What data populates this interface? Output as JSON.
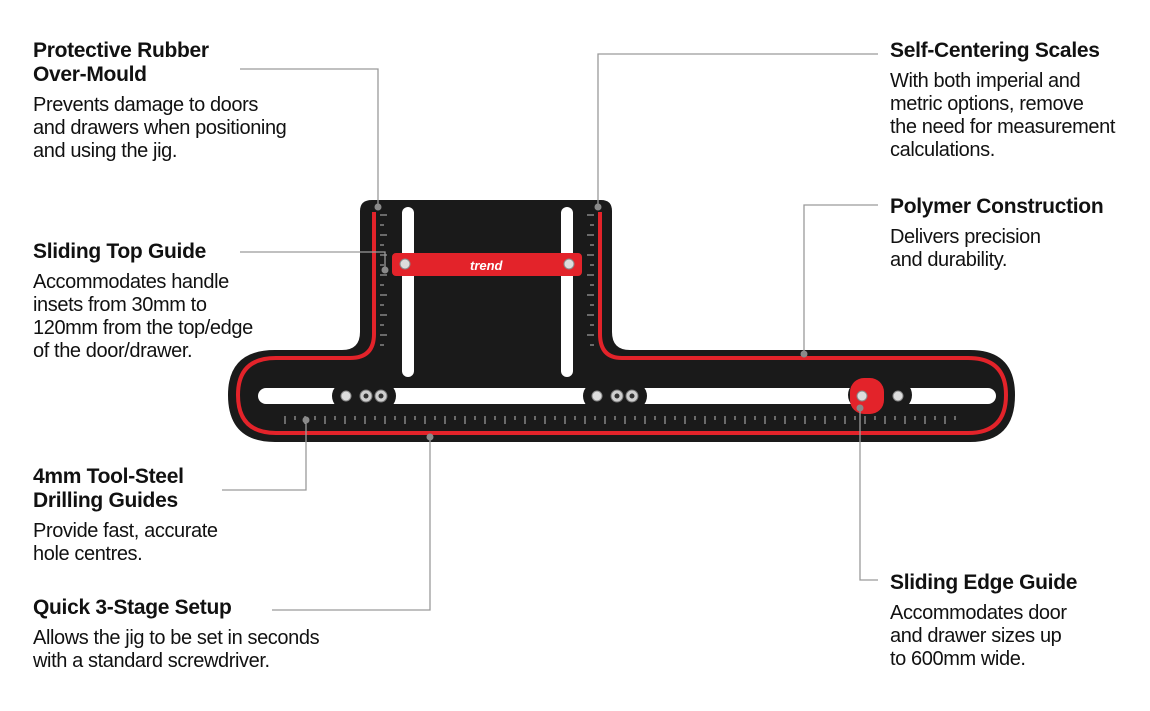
{
  "callouts": {
    "rubber": {
      "title": "Protective Rubber\nOver-Mould",
      "body": "Prevents damage to doors\nand drawers when positioning\nand using the jig."
    },
    "top_guide": {
      "title": "Sliding Top Guide",
      "body": "Accommodates handle\ninsets from 30mm to\n120mm from the top/edge\nof the door/drawer."
    },
    "drilling": {
      "title": "4mm Tool-Steel\nDrilling Guides",
      "body": "Provide fast, accurate\nhole centres."
    },
    "setup": {
      "title": "Quick 3-Stage Setup",
      "body": "Allows the jig to be set in seconds\nwith a standard screwdriver."
    },
    "scales": {
      "title": "Self-Centering Scales",
      "body": "With both imperial and\nmetric options, remove\nthe need for measurement\ncalculations."
    },
    "polymer": {
      "title": "Polymer Construction",
      "body": "Delivers precision\nand durability."
    },
    "edge_guide": {
      "title": "Sliding Edge Guide",
      "body": "Accommodates door\nand drawer sizes up\nto 600mm wide."
    }
  },
  "product": {
    "brand": "trend"
  },
  "colors": {
    "body": "#1a1a1a",
    "accent": "#e3232a",
    "leader": "#9a9a9a"
  }
}
